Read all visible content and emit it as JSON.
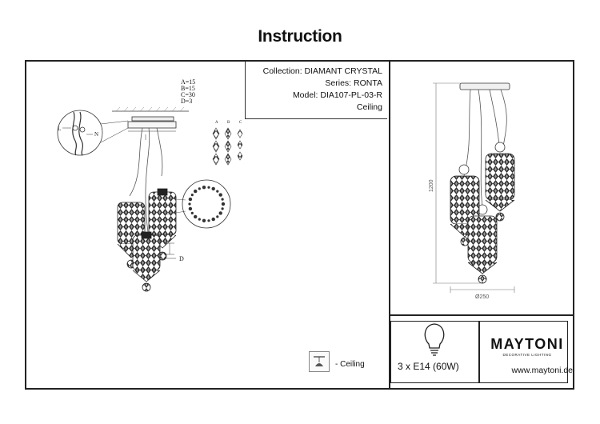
{
  "title": "Instruction",
  "collection": {
    "line1": "Collection: DIAMANT CRYSTAL",
    "line2": "Series: RONTA",
    "line3": "Model: DIA107-PL-03-R",
    "line4": "Ceiling"
  },
  "dimensions": {
    "a": "A=15",
    "b": "B=15",
    "c": "C=30",
    "d": "D=3"
  },
  "callout_letters": {
    "a": "A",
    "b": "B",
    "c": "C",
    "d": "D"
  },
  "product_dims": {
    "height": "1200",
    "diameter": "Ø250"
  },
  "lamp": {
    "spec": "3 x E14 (60W)",
    "icon": "lightbulb-icon"
  },
  "brand": {
    "name": "MAYTONI",
    "tagline": "DECORATIVE LIGHTING",
    "website": "www.maytoni.de"
  },
  "mounting": {
    "icon": "ceiling-mount-icon",
    "label": "- Ceiling"
  }
}
